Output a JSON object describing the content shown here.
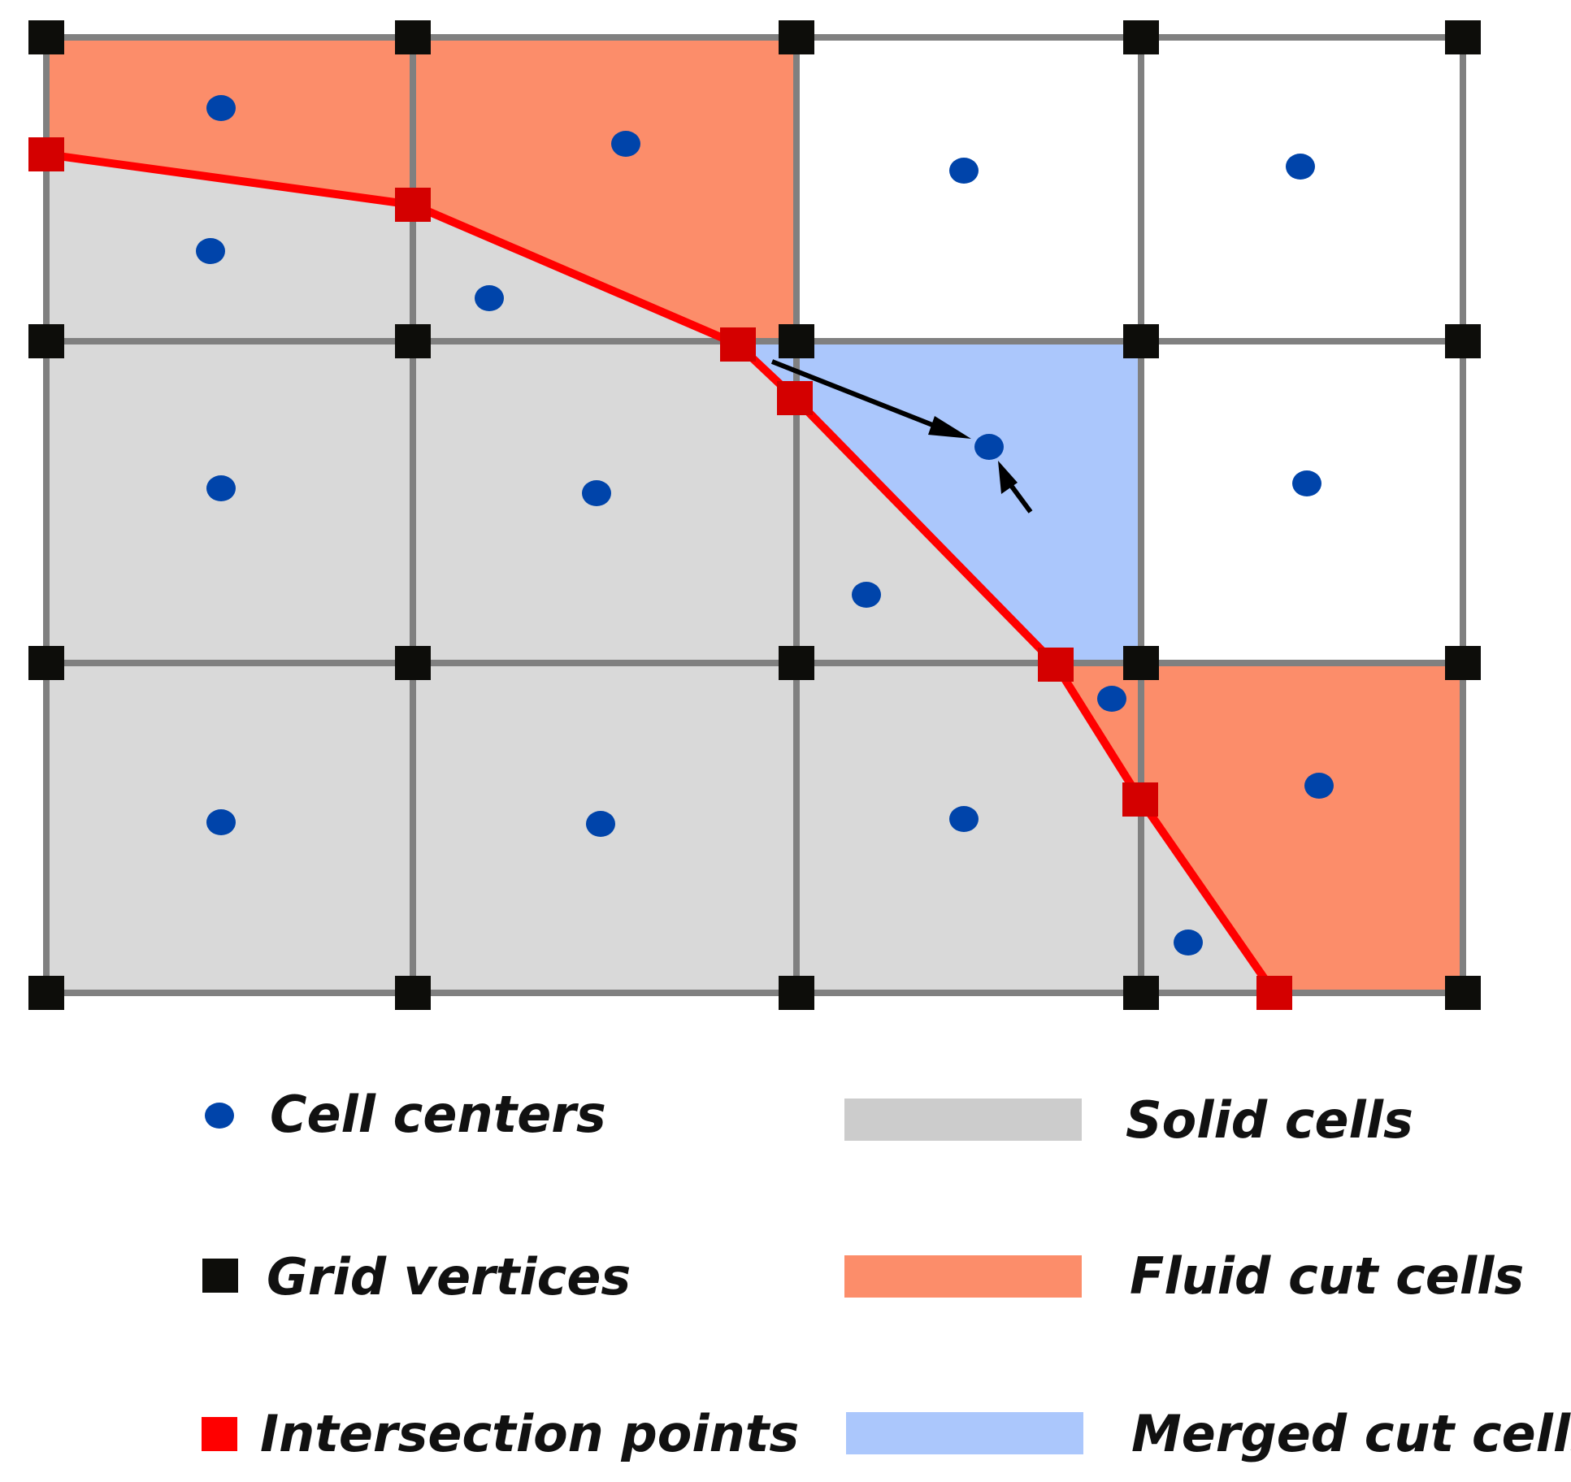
{
  "colors": {
    "solid": "#d9d9d9",
    "fluid": "#fc8d6a",
    "merged": "#abc7fc",
    "grid_line": "#808080",
    "vertex": "#0d0d0a",
    "intersection": "#d40000",
    "boundary": "#ff0000",
    "center": "#0044aa",
    "arrow": "#000000"
  },
  "legend": {
    "cell_centers": "Cell centers",
    "grid_vertices": "Grid vertices",
    "intersection_points": "Intersection points",
    "solid_cells": "Solid cells",
    "fluid_cut_cells": "Fluid cut cells",
    "merged_cut_cells": "Merged cut cells"
  }
}
